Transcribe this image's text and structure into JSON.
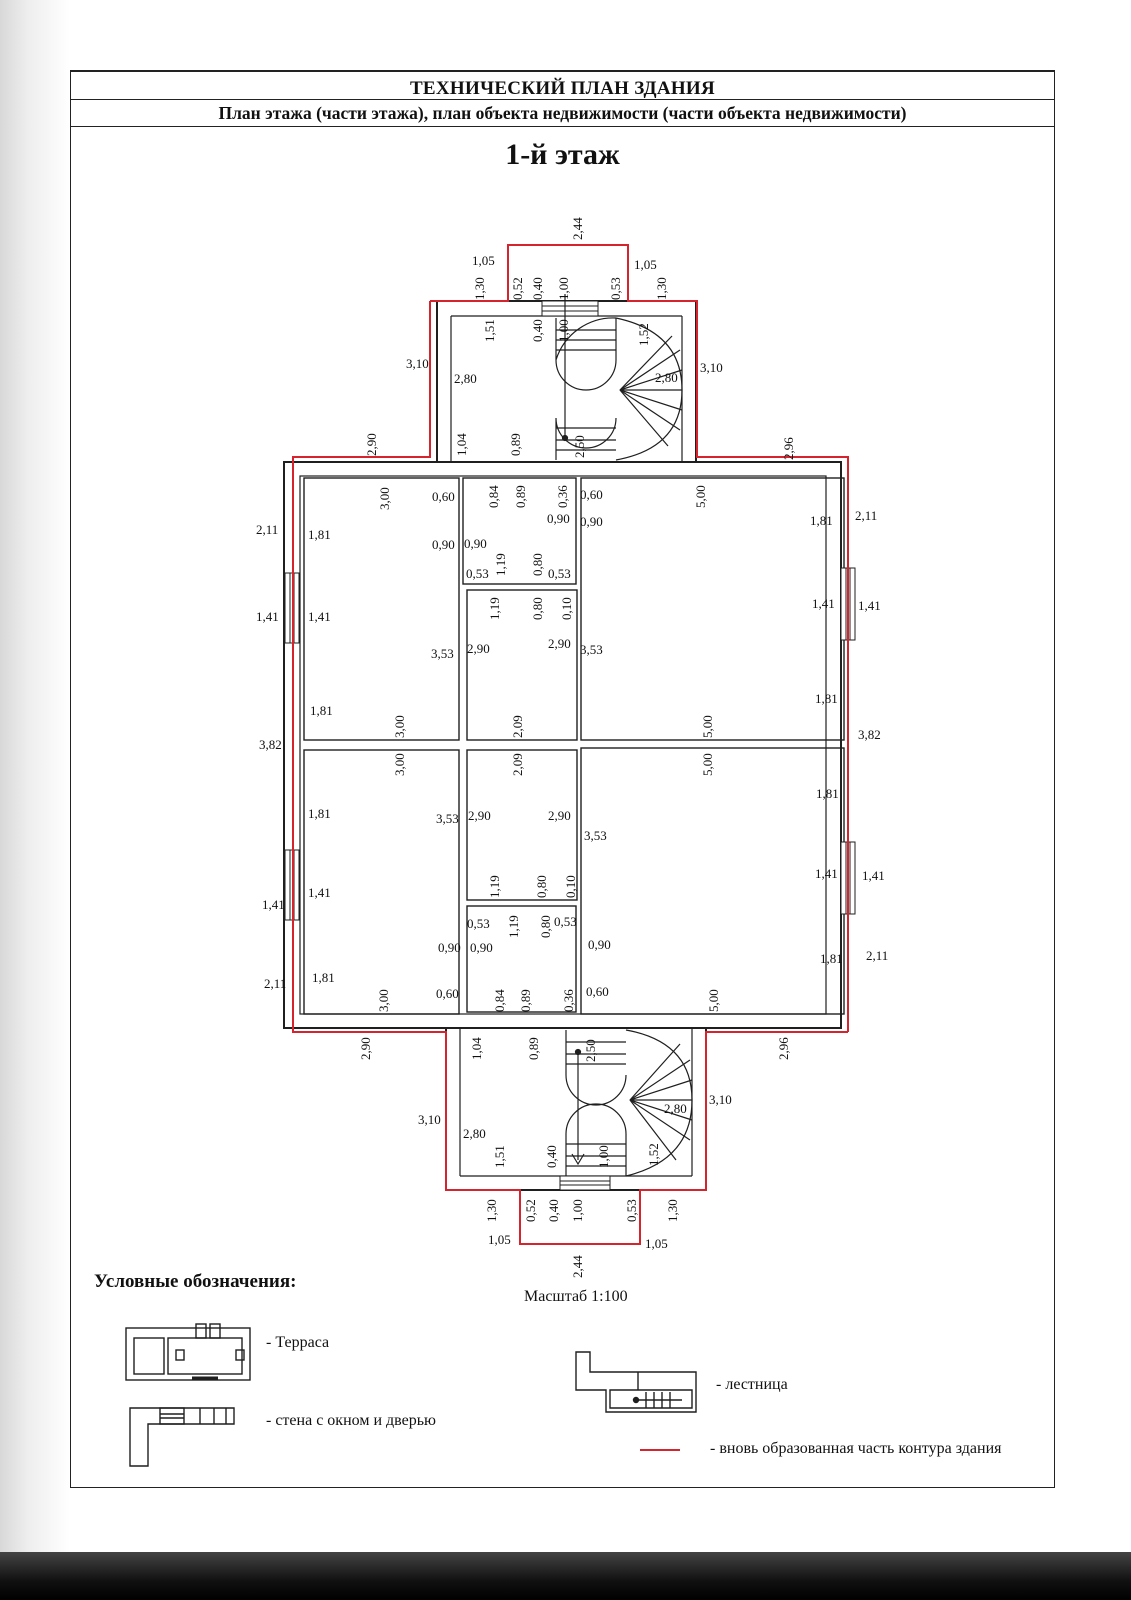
{
  "header": {
    "title": "ТЕХНИЧЕСКИЙ ПЛАН ЗДАНИЯ",
    "subtitle": "План этажа (части этажа), план объекта недвижимости (части объекта недвижимости)",
    "floor": "1-й этаж"
  },
  "colors": {
    "wall": "#1f1f1f",
    "new_contour": "#d6242f",
    "text": "#111111"
  },
  "plan_dimensions": {
    "top_porch": [
      "1,05",
      "2,44",
      "1,05",
      "1,30",
      "0,52",
      "0,40",
      "1,00",
      "0,53",
      "1,30",
      "3,10",
      "1,51",
      "0,40",
      "1,00",
      "1,52",
      "2,80",
      "3,10",
      "2,80",
      "1,04",
      "0,89",
      "2,50"
    ],
    "upper_rooms": [
      "2,90",
      "2,96",
      "3,00",
      "0,60",
      "0,84",
      "0,89",
      "0,36",
      "0,60",
      "5,00",
      "2,11",
      "2,11",
      "1,81",
      "0,90",
      "0,90",
      "0,90",
      "0,90",
      "1,81",
      "0,53",
      "1,19",
      "0,80",
      "0,53",
      "1,41",
      "1,41",
      "1,19",
      "0,80",
      "0,10",
      "1,41",
      "1,41",
      "3,53",
      "2,90",
      "2,90",
      "3,53",
      "1,81",
      "1,81",
      "3,00",
      "2,09",
      "5,00",
      "3,82",
      "3,82"
    ],
    "lower_rooms": [
      "3,00",
      "2,09",
      "5,00",
      "1,81",
      "1,81",
      "3,53",
      "2,90",
      "2,90",
      "3,53",
      "1,19",
      "0,80",
      "0,10",
      "1,41",
      "1,41",
      "1,41",
      "1,41",
      "0,53",
      "1,19",
      "0,80",
      "0,53",
      "0,90",
      "0,90",
      "0,90",
      "1,81",
      "2,11",
      "2,11",
      "1,81",
      "3,00",
      "0,60",
      "0,84",
      "0,89",
      "0,36",
      "0,60",
      "5,00",
      "2,90",
      "2,96"
    ],
    "bottom_porch": [
      "1,04",
      "0,89",
      "2,50",
      "3,10",
      "2,80",
      "2,80",
      "3,10",
      "1,51",
      "0,40",
      "1,00",
      "1,52",
      "1,30",
      "0,52",
      "0,40",
      "1,00",
      "0,53",
      "1,30",
      "1,05",
      "2,44",
      "1,05"
    ]
  },
  "legend": {
    "title": "Условные обозначения:",
    "scale": "Масштаб 1:100",
    "terrace_label": "- Терраса",
    "wall_label": "- стена с окном и дверью",
    "stair_label": "- лестница",
    "contour_label": "- вновь образованная часть контура здания"
  }
}
